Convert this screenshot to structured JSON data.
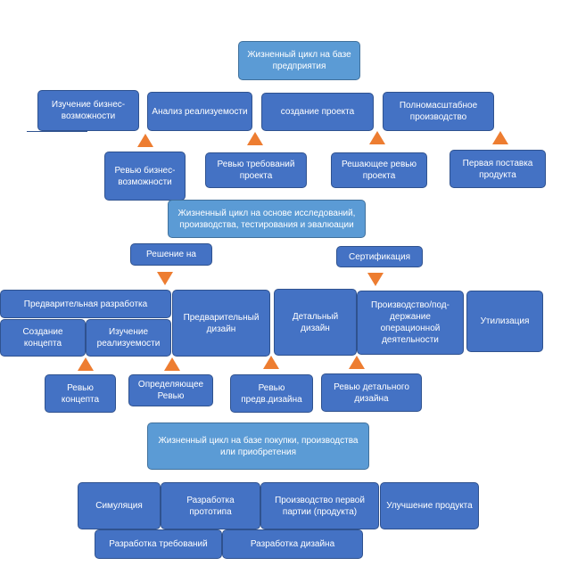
{
  "colors": {
    "box_fill": "#4472c4",
    "header_fill": "#5b9bd5",
    "triangle": "#ed7d31"
  },
  "section1": {
    "header": "Жизненный цикл на базе предприятия",
    "phases": [
      "Изучение бизнес-возможности",
      "Анализ реализуемости",
      "создание проекта",
      "Полномасштабное производство"
    ],
    "reviews": [
      "Ревью бизнес-возможности",
      "Ревью требований проекта",
      "Решающее ревью проекта",
      "Первая поставка продукта"
    ]
  },
  "section2": {
    "header": "Жизненный цикл на основе исследований, производства, тестирования и эвалюации",
    "decision": "Решение на",
    "certification": "Сертификация",
    "phases": {
      "preliminary_dev": "Предварительная разработка",
      "concept": "Создание концепта",
      "feasibility": "Изучение реализуемости",
      "preliminary_design": "Предварительный дизайн",
      "detailed_design": "Детальный дизайн",
      "production_support": "Производство/под-держание операционной деятельности",
      "utilization": "Утилизация"
    },
    "reviews": [
      "Ревью концепта",
      "Определяющее Ревью",
      "Ревью предв.дизайна",
      "Ревью детального дизайна"
    ]
  },
  "section3": {
    "header": "Жизненный цикл на базе покупки, производства или приобретения",
    "items": [
      "Симуляция",
      "Разработка прототипа",
      "Производство первой партии (продукта)",
      "Улучшение продукта",
      "Разработка требований",
      "Разработка дизайна"
    ]
  }
}
